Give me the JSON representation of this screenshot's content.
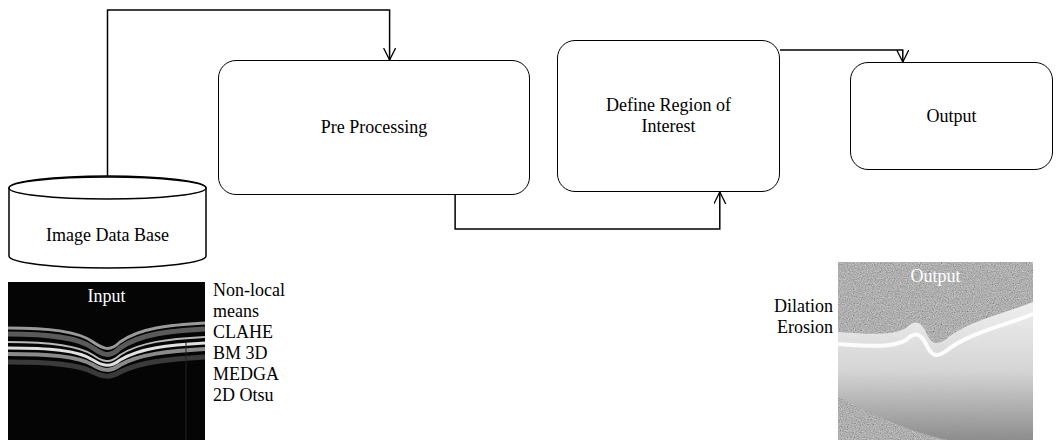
{
  "diagram": {
    "nodes": [
      {
        "text": [
          "Image Data Base"
        ]
      },
      {
        "text": [
          "Pre Processing"
        ]
      },
      {
        "text": [
          "Define Region of Interest"
        ]
      },
      {
        "text": [
          "Output"
        ]
      }
    ],
    "edges": [
      {
        "from": 0,
        "to": 1,
        "arrow": "to"
      },
      {
        "from": 1,
        "to": 2,
        "arrow": "to"
      },
      {
        "from": 2,
        "to": 3,
        "arrow": "to"
      }
    ],
    "labels": [
      "Input",
      "Non-local means",
      "CLAHE",
      "BM 3D",
      "MEDGA",
      "2D Otsu",
      "Output",
      "Dilation",
      "Erosion"
    ]
  }
}
